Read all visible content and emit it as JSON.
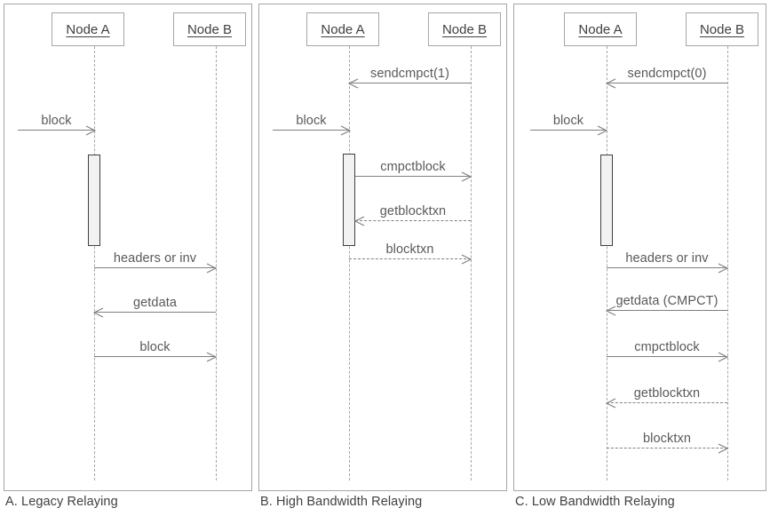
{
  "diagram": {
    "title_present": false,
    "node_a_label": "Node A",
    "node_b_label": "Node B",
    "stroke_color": "#808080",
    "box_border_color": "#a6a6a6",
    "activation_fill": "#f2f2f2",
    "activation_border": "#404040",
    "text_color": "#595959"
  },
  "panels": [
    {
      "id": "a",
      "caption": "A. Legacy Relaying",
      "node_a": "Node A",
      "node_b": "Node B",
      "messages": [
        {
          "label": "block",
          "from": "external",
          "to": "a",
          "style": "solid",
          "direction": "right"
        },
        {
          "label": "headers or inv",
          "from": "a",
          "to": "b",
          "style": "solid",
          "direction": "right"
        },
        {
          "label": "getdata",
          "from": "b",
          "to": "a",
          "style": "solid",
          "direction": "left"
        },
        {
          "label": "block",
          "from": "b",
          "to": "a",
          "style": "solid",
          "direction": "right"
        }
      ]
    },
    {
      "id": "b",
      "caption": "B. High Bandwidth Relaying",
      "node_a": "Node A",
      "node_b": "Node B",
      "messages": [
        {
          "label": "sendcmpct(1)",
          "from": "b",
          "to": "a",
          "style": "solid",
          "direction": "left"
        },
        {
          "label": "block",
          "from": "external",
          "to": "a",
          "style": "solid",
          "direction": "right"
        },
        {
          "label": "cmpctblock",
          "from": "a",
          "to": "b",
          "style": "solid",
          "direction": "right"
        },
        {
          "label": "getblocktxn",
          "from": "b",
          "to": "a",
          "style": "dashed",
          "direction": "left"
        },
        {
          "label": "blocktxn",
          "from": "a",
          "to": "b",
          "style": "dashed",
          "direction": "right"
        }
      ]
    },
    {
      "id": "c",
      "caption": "C. Low Bandwidth Relaying",
      "node_a": "Node A",
      "node_b": "Node B",
      "messages": [
        {
          "label": "sendcmpct(0)",
          "from": "b",
          "to": "a",
          "style": "solid",
          "direction": "left"
        },
        {
          "label": "block",
          "from": "external",
          "to": "a",
          "style": "solid",
          "direction": "right"
        },
        {
          "label": "headers or inv",
          "from": "a",
          "to": "b",
          "style": "solid",
          "direction": "right"
        },
        {
          "label": "getdata (CMPCT)",
          "from": "b",
          "to": "a",
          "style": "solid",
          "direction": "left"
        },
        {
          "label": "cmpctblock",
          "from": "a",
          "to": "b",
          "style": "solid",
          "direction": "right"
        },
        {
          "label": "getblocktxn",
          "from": "b",
          "to": "a",
          "style": "dashed",
          "direction": "left"
        },
        {
          "label": "blocktxn",
          "from": "a",
          "to": "b",
          "style": "dashed",
          "direction": "right"
        }
      ]
    }
  ]
}
